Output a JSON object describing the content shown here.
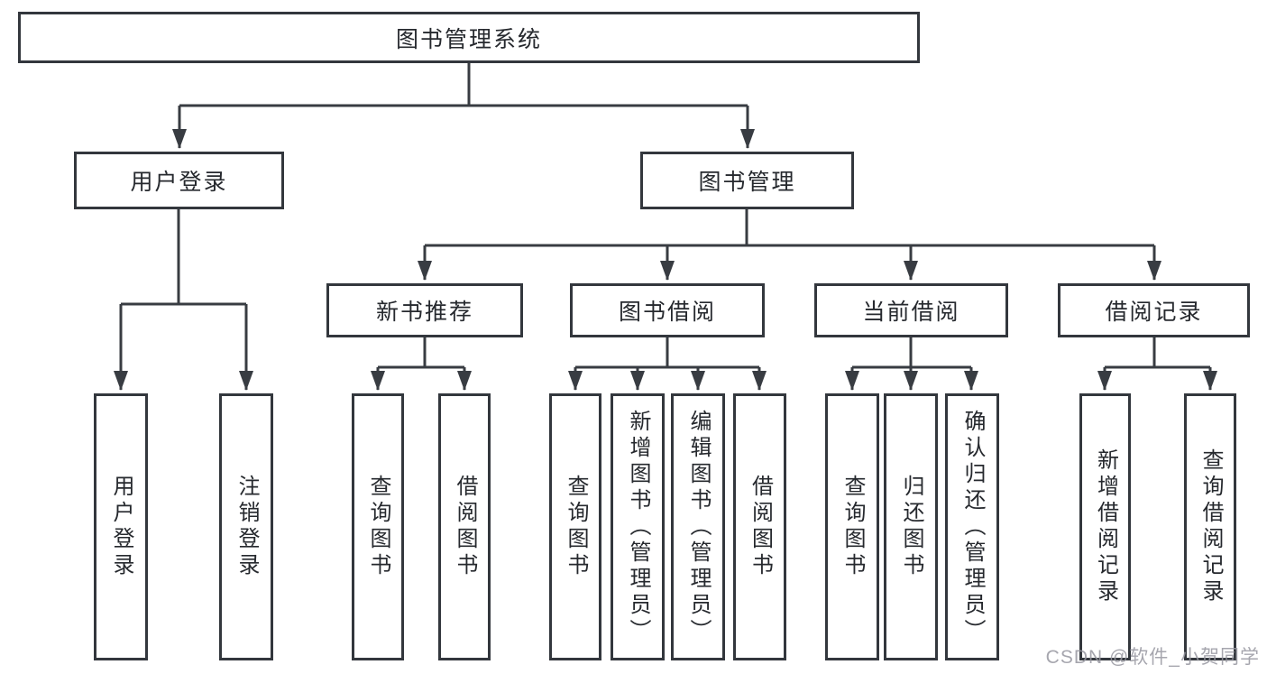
{
  "nodes": {
    "root": "图书管理系统",
    "level2": [
      "用户登录",
      "图书管理"
    ],
    "level3": [
      "新书推荐",
      "图书借阅",
      "当前借阅",
      "借阅记录"
    ]
  },
  "leaves": {
    "user_login": [
      "用户登录",
      "注销登录"
    ],
    "new_books": [
      "查询图书",
      "借阅图书"
    ],
    "book_borrowing": [
      "查询图书",
      "新增图书（管理员）",
      "编辑图书（管理员）",
      "借阅图书"
    ],
    "current_borrowing": [
      "查询图书",
      "归还图书",
      "确认归还（管理员）"
    ],
    "borrowing_records": [
      "新增借阅记录",
      "查询借阅记录"
    ]
  },
  "watermark": "CSDN @软件_小贺同学",
  "colors": {
    "line": "#383c42",
    "box_border": "#33373d",
    "text": "#26292e",
    "watermark": "#9697a0",
    "background": "#ffffff"
  }
}
